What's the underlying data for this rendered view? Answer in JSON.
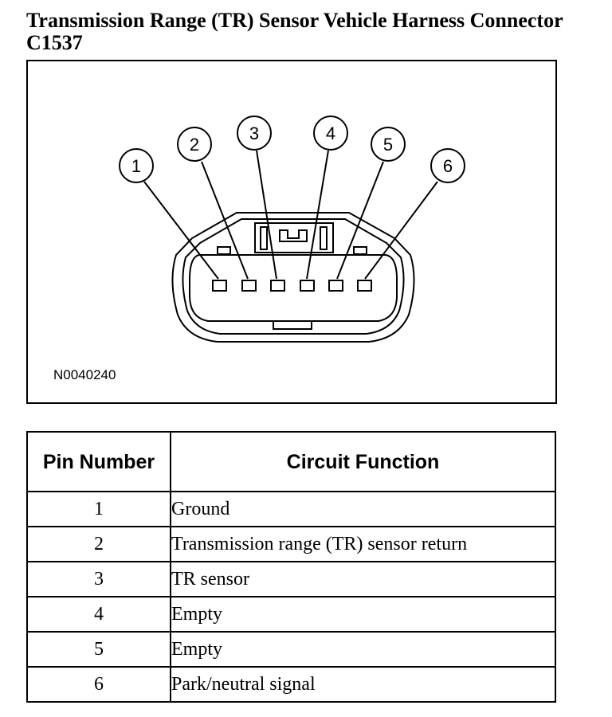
{
  "title": "Transmission Range (TR) Sensor Vehicle Harness Connector C1537",
  "figure": {
    "id_label": "N0040240",
    "callouts": [
      "1",
      "2",
      "3",
      "4",
      "5",
      "6"
    ]
  },
  "table": {
    "headers": {
      "pin": "Pin Number",
      "function": "Circuit Function"
    },
    "rows": [
      {
        "pin": "1",
        "function": "Ground"
      },
      {
        "pin": "2",
        "function": "Transmission range (TR) sensor return"
      },
      {
        "pin": "3",
        "function": "TR sensor"
      },
      {
        "pin": "4",
        "function": "Empty"
      },
      {
        "pin": "5",
        "function": "Empty"
      },
      {
        "pin": "6",
        "function": "Park/neutral signal"
      }
    ]
  }
}
